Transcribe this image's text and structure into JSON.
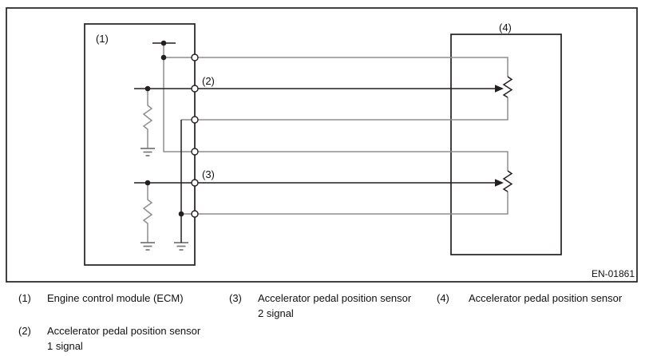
{
  "figure": {
    "id": "EN-01861",
    "callouts": {
      "c1": "(1)",
      "c2": "(2)",
      "c3": "(3)",
      "c4": "(4)"
    },
    "colors": {
      "line_black": "#231f20",
      "line_gray": "#8e8e8e",
      "ground_gray": "#787878",
      "background": "#ffffff",
      "text": "#111111"
    }
  },
  "legend": {
    "items": [
      {
        "num": "(1)",
        "line1": "Engine control module (ECM)",
        "line2": ""
      },
      {
        "num": "(2)",
        "line1": "Accelerator pedal position sensor",
        "line2": "1 signal"
      },
      {
        "num": "(3)",
        "line1": "Accelerator pedal position sensor",
        "line2": "2 signal"
      },
      {
        "num": "(4)",
        "line1": "Accelerator pedal position sensor",
        "line2": ""
      }
    ]
  }
}
